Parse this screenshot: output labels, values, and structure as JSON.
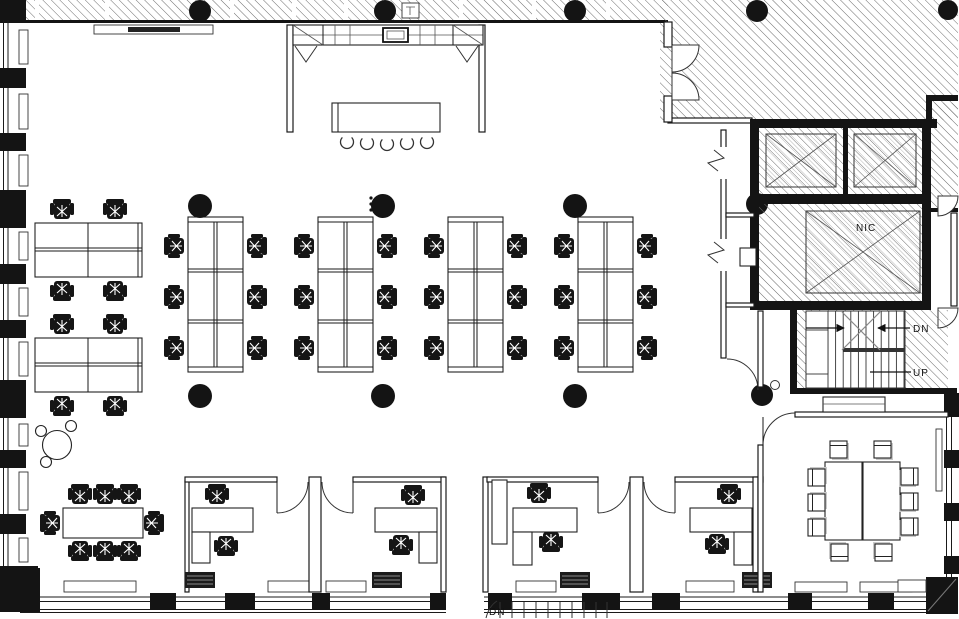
{
  "plan": {
    "labels": {
      "shaft_label": "NIC",
      "stair_down": "DN",
      "stair_up": "UP",
      "exit_down": "DN"
    },
    "colors": {
      "background": "#ffffff",
      "linework": "#1a1a1a",
      "wall_fill": "#141414",
      "hatch_line": "#6b6b6b"
    }
  }
}
